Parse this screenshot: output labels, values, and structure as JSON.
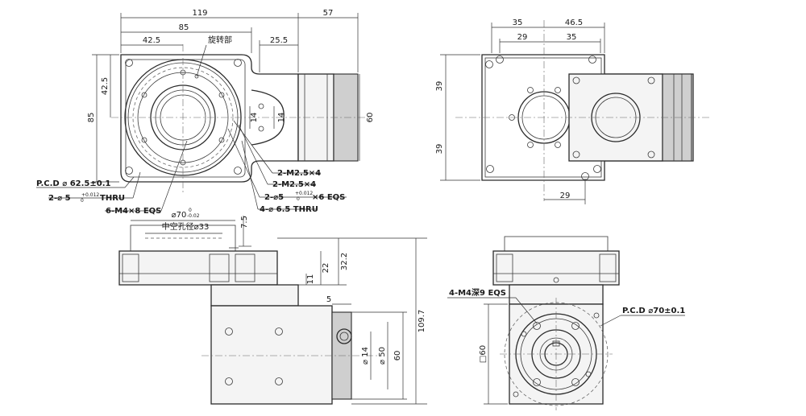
{
  "top_view": {
    "dim_width_total": "119",
    "dim_width_flange": "85",
    "dim_center_x": "42.5",
    "dim_rotary_part": "旋转部",
    "dim_offset": "25.5",
    "dim_right_ext": "57",
    "dim_half_height": "42.5",
    "dim_height": "85",
    "dim_shaft_width": "60",
    "dim_14a": "14",
    "dim_14b": "14",
    "callout_m25_1": "2-M2.5×4",
    "callout_m25_2": "2-M2.5×4",
    "callout_phi5_prefix": "2-⌀5",
    "callout_phi5_sup": "+0.012",
    "callout_phi5_sub": "0",
    "callout_phi5_suffix": "×6 EQS",
    "callout_65": "4-⌀ 6.5 THRU",
    "callout_pcd": "P.C.D ⌀ 62.5±0.1",
    "callout_thru_prefix": "2-⌀ 5",
    "callout_thru_sub": "0",
    "callout_thru_sup": "+0.012",
    "callout_thru_suffix": "THRU",
    "callout_m4": "6-M4×8 EQS"
  },
  "right_view": {
    "dim_35a": "35",
    "dim_465": "46.5",
    "dim_29a": "29",
    "dim_35b": "35",
    "dim_39a": "39",
    "dim_39b": "39",
    "dim_29b": "29"
  },
  "front_view": {
    "dim_phi70": "⌀70",
    "dim_phi70_sup": "0",
    "dim_phi70_sub": "-0.02",
    "dim_hollow": "中空孔径⌀33",
    "dim_75": "7.5",
    "dim_11": "11",
    "dim_22": "22",
    "dim_322": "32.2",
    "dim_1097": "109.7",
    "dim_5": "5",
    "dim_phi14": "⌀ 14",
    "dim_phi50": "⌀ 50",
    "dim_60": "60"
  },
  "side_view": {
    "callout_m4deep": "4-M4深9 EQS",
    "callout_pcd70": "P.C.D ⌀70±0.1",
    "dim_sq60": "□60"
  }
}
